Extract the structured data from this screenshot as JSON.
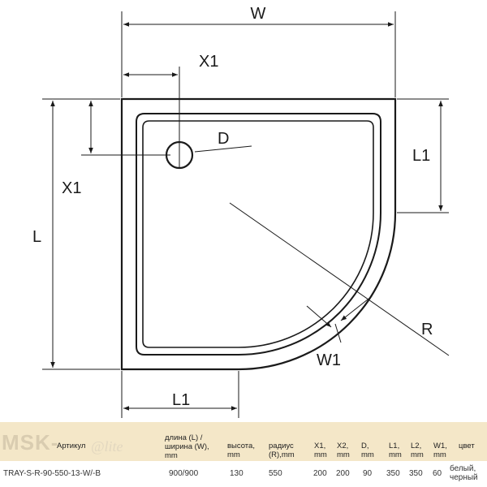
{
  "diagram": {
    "labels": {
      "W": "W",
      "X1_top": "X1",
      "D": "D",
      "L1_right": "L1",
      "X1_left": "X1",
      "L": "L",
      "R": "R",
      "W1": "W1",
      "L1_bottom": "L1"
    }
  },
  "watermark": {
    "brand": "MSK-",
    "script": "@lite"
  },
  "table": {
    "headers": {
      "article": "Артикул",
      "length_width": [
        "длина (L) /",
        "ширина (W),",
        "mm"
      ],
      "height": [
        "высота,",
        "mm"
      ],
      "radius": [
        "радиус",
        "(R),mm"
      ],
      "x1": [
        "X1,",
        "mm"
      ],
      "x2": [
        "X2,",
        "mm"
      ],
      "d": [
        "D,",
        "mm"
      ],
      "l1": [
        "L1,",
        "mm"
      ],
      "l2": [
        "L2,",
        "mm"
      ],
      "w1": [
        "W1,",
        "mm"
      ],
      "color": "цвет"
    },
    "row": {
      "article": "TRAY-S-R-90-550-13-W/-B",
      "length_width": "900/900",
      "height": "130",
      "radius": "550",
      "x1": "200",
      "x2": "200",
      "d": "90",
      "l1": "350",
      "l2": "350",
      "w1": "60",
      "color": [
        "белый,",
        "черный"
      ]
    }
  }
}
